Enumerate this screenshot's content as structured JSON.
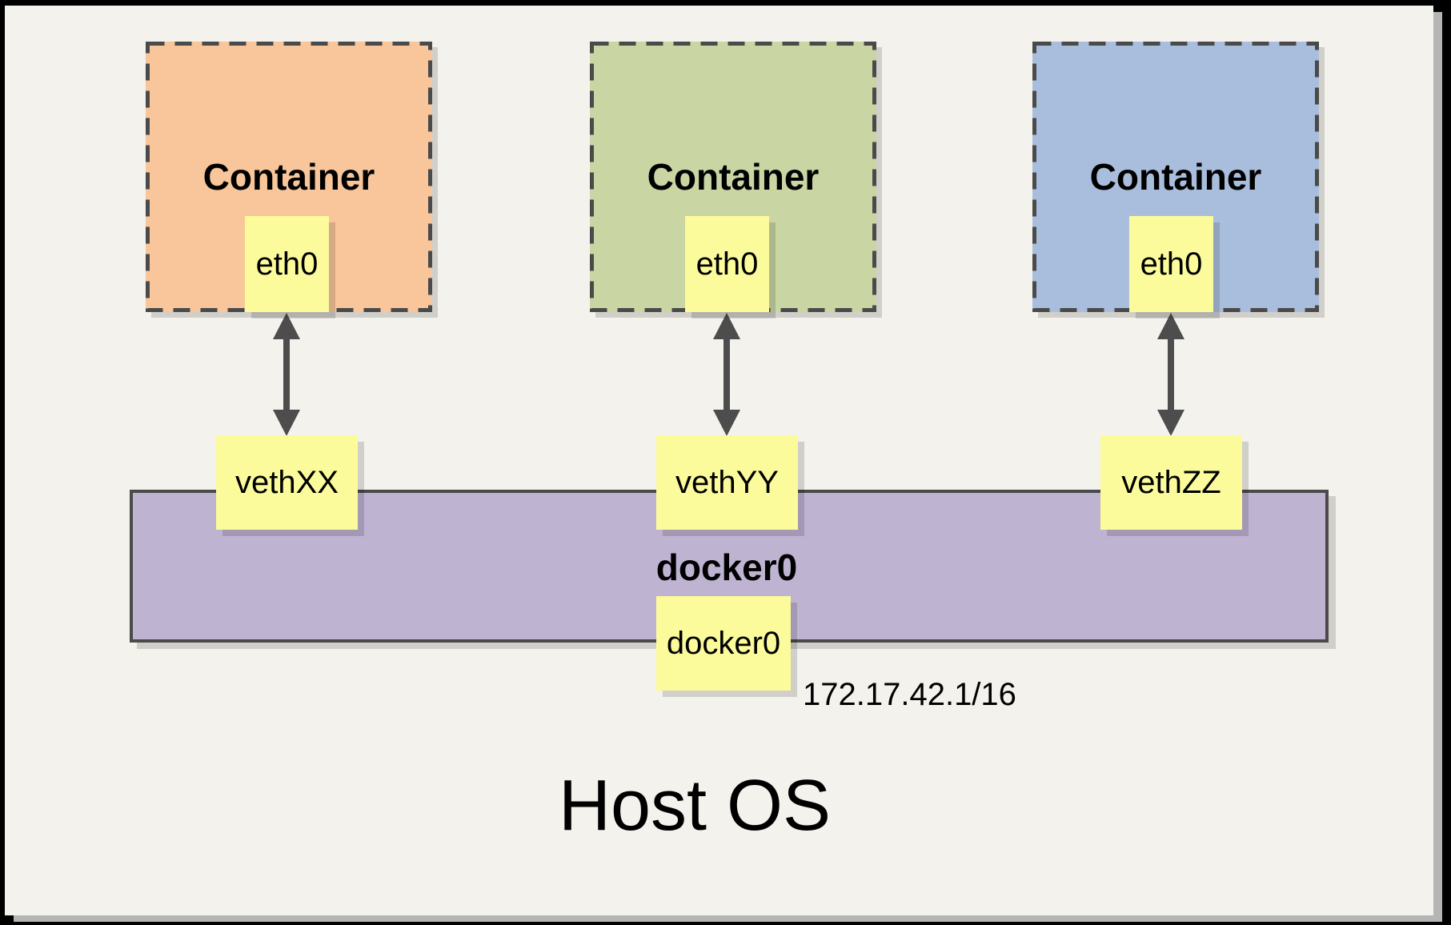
{
  "containers": [
    {
      "title": "Container",
      "interface": "eth0",
      "veth": "vethXX",
      "fill": "#F8C69A"
    },
    {
      "title": "Container",
      "interface": "eth0",
      "veth": "vethYY",
      "fill": "#C9D6A4"
    },
    {
      "title": "Container",
      "interface": "eth0",
      "veth": "vethZZ",
      "fill": "#A9BEDD"
    }
  ],
  "bridge": {
    "label": "docker0",
    "interface": "docker0",
    "ip": "172.17.42.1/16",
    "fill": "#BFB3D2"
  },
  "host": {
    "label": "Host OS"
  },
  "colors": {
    "panel_background": "#F4F2EC",
    "outer_frame": "#000000",
    "note_yellow": "#FBFB9B",
    "line_dark": "#4A4A4A",
    "shadow_gray": "#B5B5B5"
  }
}
